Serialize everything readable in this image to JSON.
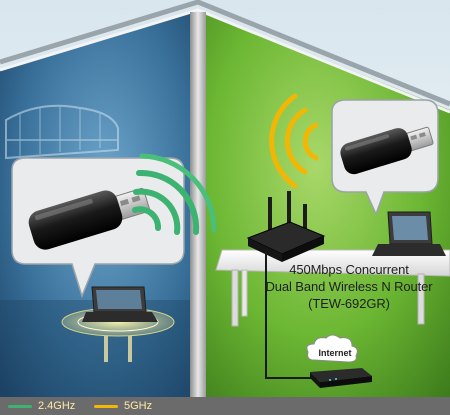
{
  "caption": {
    "line1": "450Mbps Concurrent",
    "line2": "Dual Band Wireless N Router",
    "line3": "(TEW-692GR)"
  },
  "cloud": {
    "label": "Internet"
  },
  "legend": [
    {
      "label": "2.4GHz",
      "color": "#3cb371"
    },
    {
      "label": "5GHz",
      "color": "#f2b705"
    }
  ],
  "colors": {
    "left_room": "#2f5f86",
    "right_room": "#5aa62c",
    "signal_24": "#3cb371",
    "signal_5": "#f2b705"
  }
}
